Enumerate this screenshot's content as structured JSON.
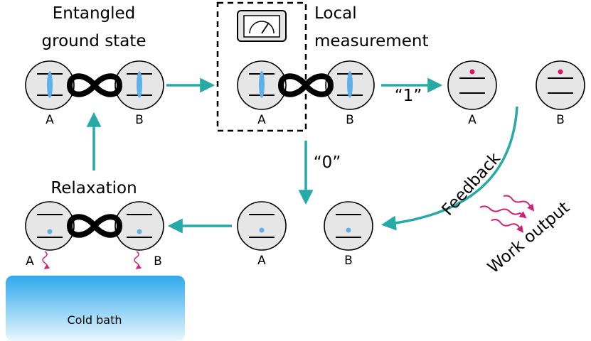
{
  "titles": {
    "entangled_line1": "Entangled",
    "entangled_line2": "ground state",
    "local_line1": "Local",
    "local_line2": "measurement",
    "relaxation": "Relaxation"
  },
  "labels": {
    "a": "A",
    "b": "B"
  },
  "outcomes": {
    "one": "“1”",
    "zero": "“0”"
  },
  "feedback": "Feedback",
  "work_output": "Work output",
  "bath": "Cold bath",
  "colors": {
    "arrow": "#26aaa7",
    "qubit_fill": "#e6e6e6",
    "ellipse": "#5fb0e8",
    "excited_dot": "#e0115f",
    "ground_dot": "#5fb0e8",
    "wavy": "#cc2277",
    "bath_top": "#2fa9ec",
    "bath_bottom": "#e9f7fe"
  }
}
